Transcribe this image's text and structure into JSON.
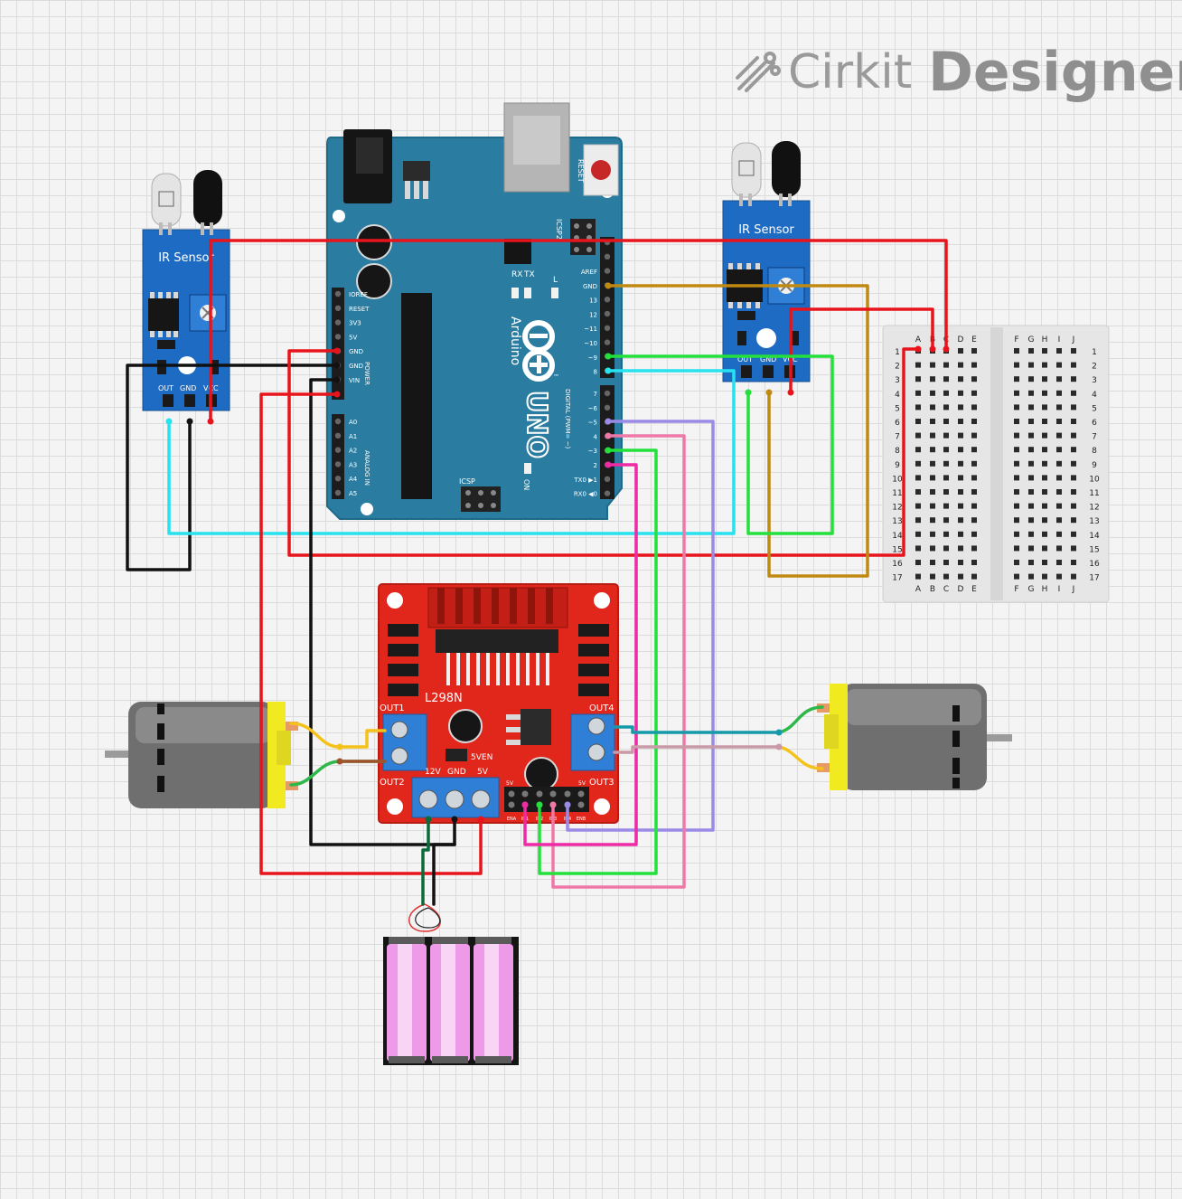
{
  "brand": {
    "name_light": "Cirkit",
    "name_bold": "Designer"
  },
  "ir_sensor_left": {
    "title": "IR Sensor",
    "pins": [
      "OUT",
      "GND",
      "VCC"
    ]
  },
  "ir_sensor_right": {
    "title": "IR Sensor",
    "pins": [
      "OUT",
      "GND",
      "VCC"
    ]
  },
  "arduino": {
    "brand": "Arduino",
    "model": "UNO",
    "reset": "RESET",
    "icsp2": "ICSP2",
    "icsp": "ICSP",
    "tx": "TX",
    "rx": "RX",
    "l": "L",
    "on": "ON",
    "tm": "™",
    "power_header": "POWER",
    "analog_header": "ANALOG IN",
    "digital_header": "DIGITAL (PWM= ~)",
    "power_pins": [
      "IOREF",
      "RESET",
      "3V3",
      "5V",
      "GND",
      "GND",
      "VIN"
    ],
    "analog_pins": [
      "A0",
      "A1",
      "A2",
      "A3",
      "A4",
      "A5"
    ],
    "digital_top": [
      "AREF",
      "GND",
      "13",
      "12",
      "~11",
      "~10",
      "~9",
      "8"
    ],
    "digital_bottom": [
      "7",
      "~6",
      "~5",
      "4",
      "~3",
      "2",
      "TX0 ▶1",
      "RX0 ◀0"
    ]
  },
  "l298n": {
    "model": "L298N",
    "out1": "OUT1",
    "out2": "OUT2",
    "out3": "OUT3",
    "out4": "OUT4",
    "v5en": "5VEN",
    "terminal": [
      "12V",
      "GND",
      "5V"
    ],
    "v5a": "5V",
    "v5b": "5V",
    "ctrl_pins": [
      "ENA",
      "IN1",
      "IN2",
      "IN3",
      "IN4",
      "ENB"
    ]
  },
  "breadboard": {
    "cols_left": [
      "A",
      "B",
      "C",
      "D",
      "E"
    ],
    "cols_right": [
      "F",
      "G",
      "H",
      "I",
      "J"
    ],
    "rows": [
      "1",
      "2",
      "3",
      "4",
      "5",
      "6",
      "7",
      "8",
      "9",
      "10",
      "11",
      "12",
      "13",
      "14",
      "15",
      "16",
      "17"
    ]
  },
  "colors": {
    "wire_red": "#e8141b",
    "wire_black": "#111111",
    "wire_cyan": "#27e2ef",
    "wire_green": "#23e03b",
    "wire_gold": "#c08a12",
    "wire_purple": "#9b8ae6",
    "wire_pink": "#f078a8",
    "wire_magenta": "#ee2aa5",
    "wire_teal": "#149aa8",
    "wire_mauve": "#c99aa8",
    "arduino_board": "#2a7da0",
    "sensor_board": "#1e6bc4",
    "driver_board": "#e1261c"
  }
}
